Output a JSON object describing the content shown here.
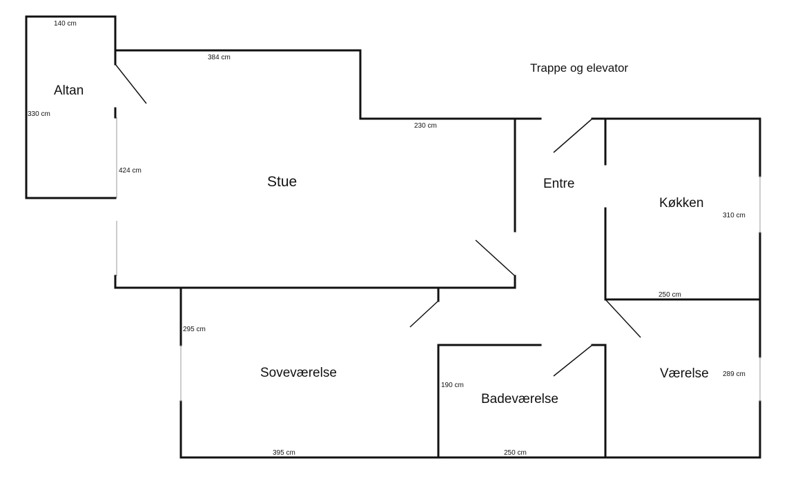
{
  "rooms": {
    "altan": "Altan",
    "stue": "Stue",
    "entre": "Entre",
    "koekken": "Køkken",
    "sovevaerelse": "Soveværelse",
    "badevaerelse": "Badeværelse",
    "vaerelse": "Værelse",
    "trappe": "Trappe og elevator"
  },
  "dimensions": {
    "altan_width": "140 cm",
    "altan_height": "330 cm",
    "stue_top": "384 cm",
    "stue_step": "230 cm",
    "stue_left": "424 cm",
    "koekken_height": "310 cm",
    "koekken_bottom": "250 cm",
    "sove_left": "295 cm",
    "sove_bottom": "395 cm",
    "bad_left": "190 cm",
    "bad_bottom": "250 cm",
    "vaerelse_height": "289 cm"
  }
}
